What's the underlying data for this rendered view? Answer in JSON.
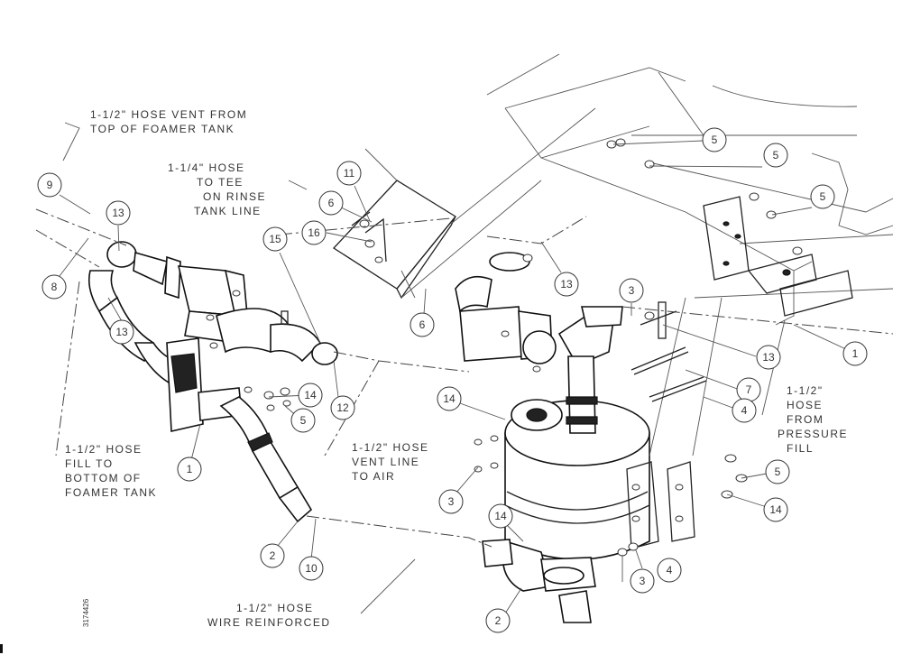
{
  "notes": {
    "vent_top": [
      "1-1/2\" HOSE VENT FROM",
      "TOP OF FOAMER TANK"
    ],
    "rinse": [
      "1-1/4\" HOSE",
      "TO TEE",
      "ON RINSE",
      "TANK LINE"
    ],
    "fill_bottom": [
      "1-1/2\" HOSE",
      "FILL TO",
      "BOTTOM OF",
      "FOAMER TANK"
    ],
    "vent_air": [
      "1-1/2\" HOSE",
      "VENT LINE",
      "TO AIR"
    ],
    "pressure": [
      "1-1/2\"",
      "HOSE",
      "FROM",
      "PRESSURE",
      "FILL"
    ],
    "wire": [
      "1-1/2\" HOSE",
      "WIRE REINFORCED"
    ]
  },
  "balloons": {
    "b1": "1",
    "b2": "2",
    "b3": "3",
    "b4": "4",
    "b5": "5",
    "b6": "6",
    "b7": "7",
    "b8": "8",
    "b9": "9",
    "b10": "10",
    "b11": "11",
    "b12": "12",
    "b13": "13",
    "b14": "14",
    "b15": "15",
    "b16": "16"
  },
  "drawing_code": "3174426"
}
